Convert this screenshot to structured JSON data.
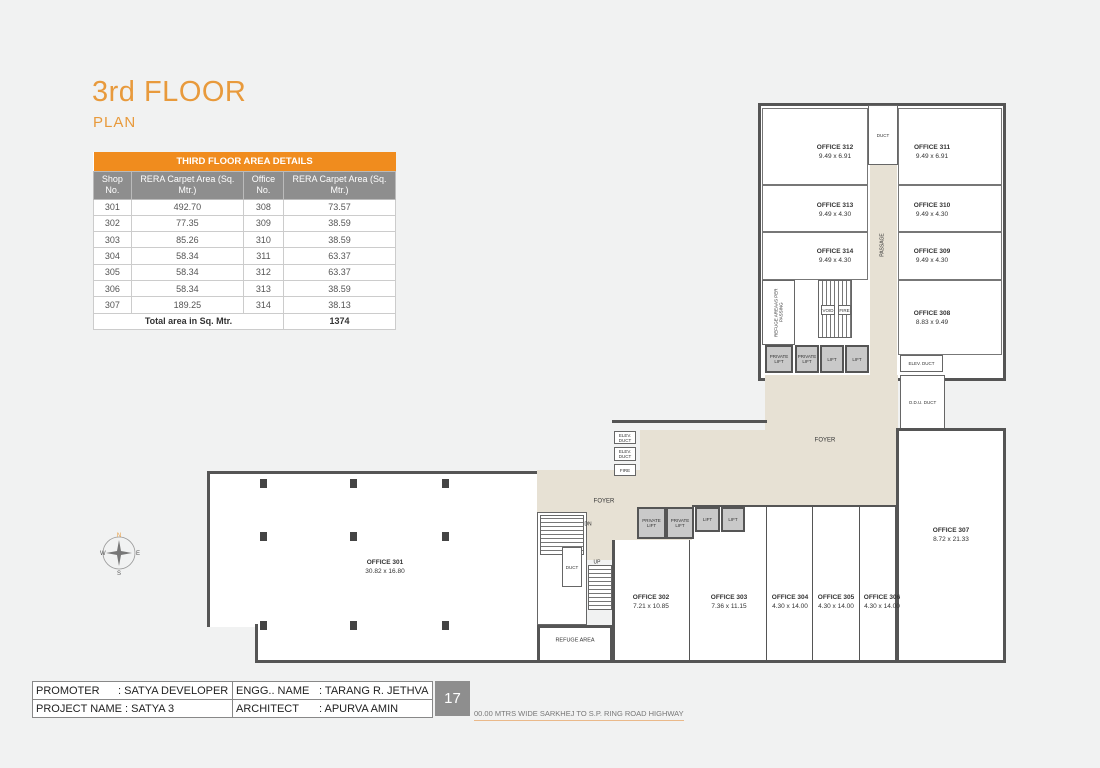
{
  "header": {
    "title": "3rd FLOOR",
    "subtitle": "PLAN"
  },
  "area_table": {
    "caption": "THIRD FLOOR AREA DETAILS",
    "columns": [
      "Shop No.",
      "RERA Carpet Area (Sq. Mtr.)",
      "Office No.",
      "RERA Carpet Area (Sq. Mtr.)"
    ],
    "rows": [
      [
        "301",
        "492.70",
        "308",
        "73.57"
      ],
      [
        "302",
        "77.35",
        "309",
        "38.59"
      ],
      [
        "303",
        "85.26",
        "310",
        "38.59"
      ],
      [
        "304",
        "58.34",
        "311",
        "63.37"
      ],
      [
        "305",
        "58.34",
        "312",
        "63.37"
      ],
      [
        "306",
        "58.34",
        "313",
        "38.59"
      ],
      [
        "307",
        "189.25",
        "314",
        "38.13"
      ]
    ],
    "total_label": "Total area in Sq. Mtr.",
    "total_value": "1374"
  },
  "plan": {
    "offices": {
      "o301": {
        "name": "OFFICE 301",
        "size": "30.82 x 16.80"
      },
      "o302": {
        "name": "OFFICE 302",
        "size": "7.21 x 10.85"
      },
      "o303": {
        "name": "OFFICE 303",
        "size": "7.36 x 11.15"
      },
      "o304": {
        "name": "OFFICE 304",
        "size": "4.30 x 14.00"
      },
      "o305": {
        "name": "OFFICE 305",
        "size": "4.30 x 14.00"
      },
      "o306": {
        "name": "OFFICE 306",
        "size": "4.30 x 14.00"
      },
      "o307": {
        "name": "OFFICE 307",
        "size": "8.72 x 21.33"
      },
      "o308": {
        "name": "OFFICE 308",
        "size": "8.83 x 9.49"
      },
      "o309": {
        "name": "OFFICE 309",
        "size": "9.49 x 4.30"
      },
      "o310": {
        "name": "OFFICE 310",
        "size": "9.49 x 4.30"
      },
      "o311": {
        "name": "OFFICE 311",
        "size": "9.49 x 6.91"
      },
      "o312": {
        "name": "OFFICE 312",
        "size": "9.49 x 6.91"
      },
      "o313": {
        "name": "OFFICE 313",
        "size": "9.49 x 4.30"
      },
      "o314": {
        "name": "OFFICE 314",
        "size": "9.49 x 4.30"
      }
    },
    "labels": {
      "foyer": "FOYER",
      "passage": "PASSAGE",
      "duct": "DUCT",
      "refuge": "REFUGE AREA",
      "refuge_passing": "REFUGE AREAAS PER PASSING",
      "private_lift": "PRIVATE LIFT",
      "lift": "LIFT",
      "elev_duct": "ELEV. DUCT",
      "fire": "FIRE",
      "void": "VOID",
      "odu_duct": "O.D.U. DUCT",
      "dn": "DN",
      "up": "UP"
    },
    "compass": {
      "n": "N",
      "s": "S",
      "e": "E",
      "w": "W"
    },
    "road": "00.00 MTRS WIDE SARKHEJ TO S.P. RING ROAD HIGHWAY"
  },
  "footer": {
    "promoter_label": "PROMOTER",
    "promoter": ": SATYA DEVELOPER",
    "engg_label": "ENGG.. NAME",
    "engg": ": TARANG R. JETHVA",
    "project_label": "PROJECT NAME :",
    "project": "SATYA 3",
    "architect_label": "ARCHITECT",
    "architect": ": APURVA AMIN",
    "page": "17"
  },
  "colors": {
    "accent": "#f08c1e",
    "header_gray": "#8e8e8e",
    "foyer": "#e7e1d4"
  }
}
